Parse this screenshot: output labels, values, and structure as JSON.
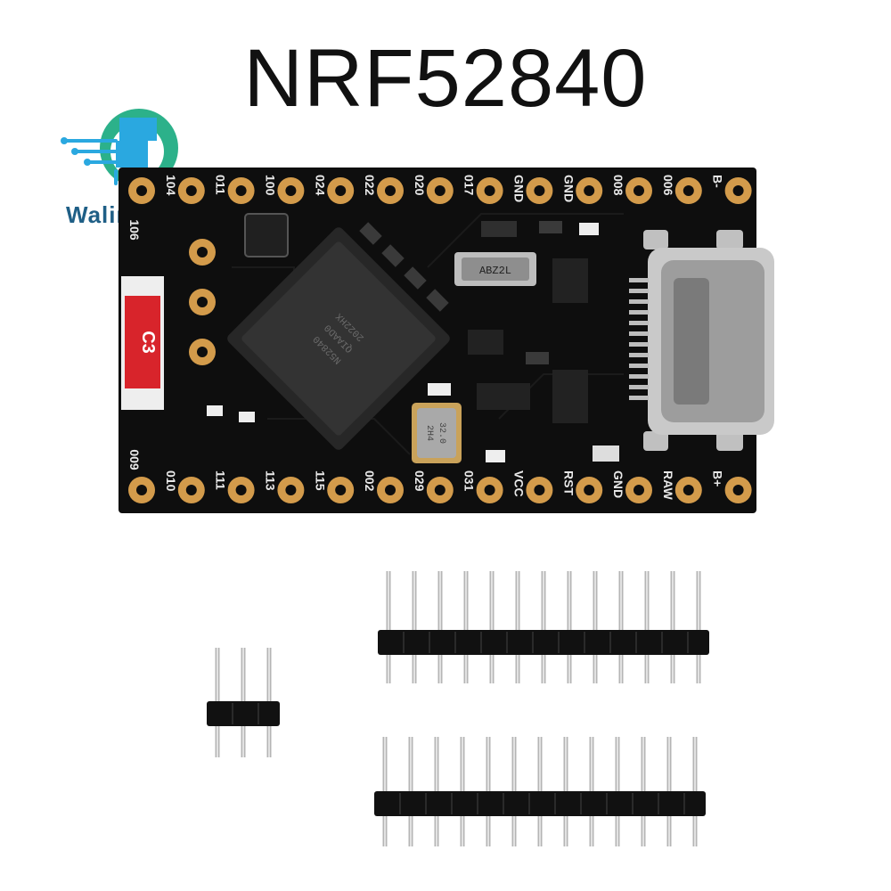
{
  "title": "NRF52840",
  "brand": {
    "logo_text": "Walintown"
  },
  "board": {
    "top_pins": [
      "104",
      "011",
      "100",
      "024",
      "022",
      "020",
      "017",
      "GND",
      "GND",
      "008",
      "006",
      "B-"
    ],
    "bottom_pins": [
      "010",
      "111",
      "113",
      "115",
      "002",
      "029",
      "031",
      "VCC",
      "RST",
      "GND",
      "RAW",
      "B+"
    ],
    "side_label_top": "106",
    "side_label_bottom": "009",
    "battery_label": "C3",
    "mcu_lines": [
      "N52840",
      "QIAAD0",
      "2022HX"
    ],
    "crystal_top": "ABZ2L",
    "crystal_bottom": [
      "32.0",
      "2H4"
    ]
  },
  "headers": [
    {
      "pins": 3
    },
    {
      "pins": 13
    },
    {
      "pins": 13
    }
  ],
  "colors": {
    "pcb": "#0e0e0e",
    "pad": "#d39b4b",
    "usb": "#c9c9c9",
    "logo_blue": "#2aa8e0",
    "logo_green": "#2cb18a",
    "battery_red": "#d8242b"
  }
}
